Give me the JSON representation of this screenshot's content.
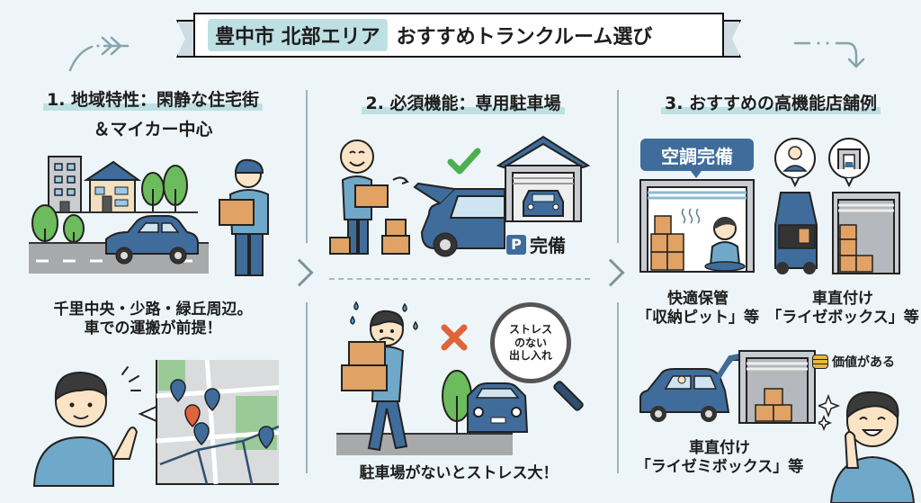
{
  "header": {
    "highlight": "豊中市 北部エリア",
    "title": "おすすめトランクルーム選び"
  },
  "sections": [
    {
      "title_line1": "1. 地域特性：閑静な住宅街",
      "title_line2": "＆マイカー中心",
      "caption_line1": "千里中央・少路・緑丘周辺。",
      "caption_line2": "車での運搬が前提！"
    },
    {
      "title": "2. 必須機能：専用駐車場",
      "parking_badge": "P",
      "parking_label": "完備",
      "magnifier_text_1": "ストレス",
      "magnifier_text_2": "のない",
      "magnifier_text_3": "出し入れ",
      "caption": "駐車場がないとストレス大！"
    },
    {
      "title": "3. おすすめの高機能店舗例",
      "aircon_badge": "空調完備",
      "example1_line1": "快適保管",
      "example1_line2": "「収納ピット」等",
      "example2_line1": "車直付け",
      "example2_line2": "「ライゼボックス」等",
      "example3_line1": "車直付け",
      "example3_line2": "「ライゼミボックス」等",
      "value_label": "価値がある"
    }
  ],
  "colors": {
    "background": "#edf5f8",
    "accent_teal": "#bfe0e3",
    "car_blue": "#3f6c9b",
    "box_orange": "#e0a265",
    "check_green": "#4caf50",
    "cross_orange": "#e0643a",
    "tree_green": "#6cbb5c"
  }
}
